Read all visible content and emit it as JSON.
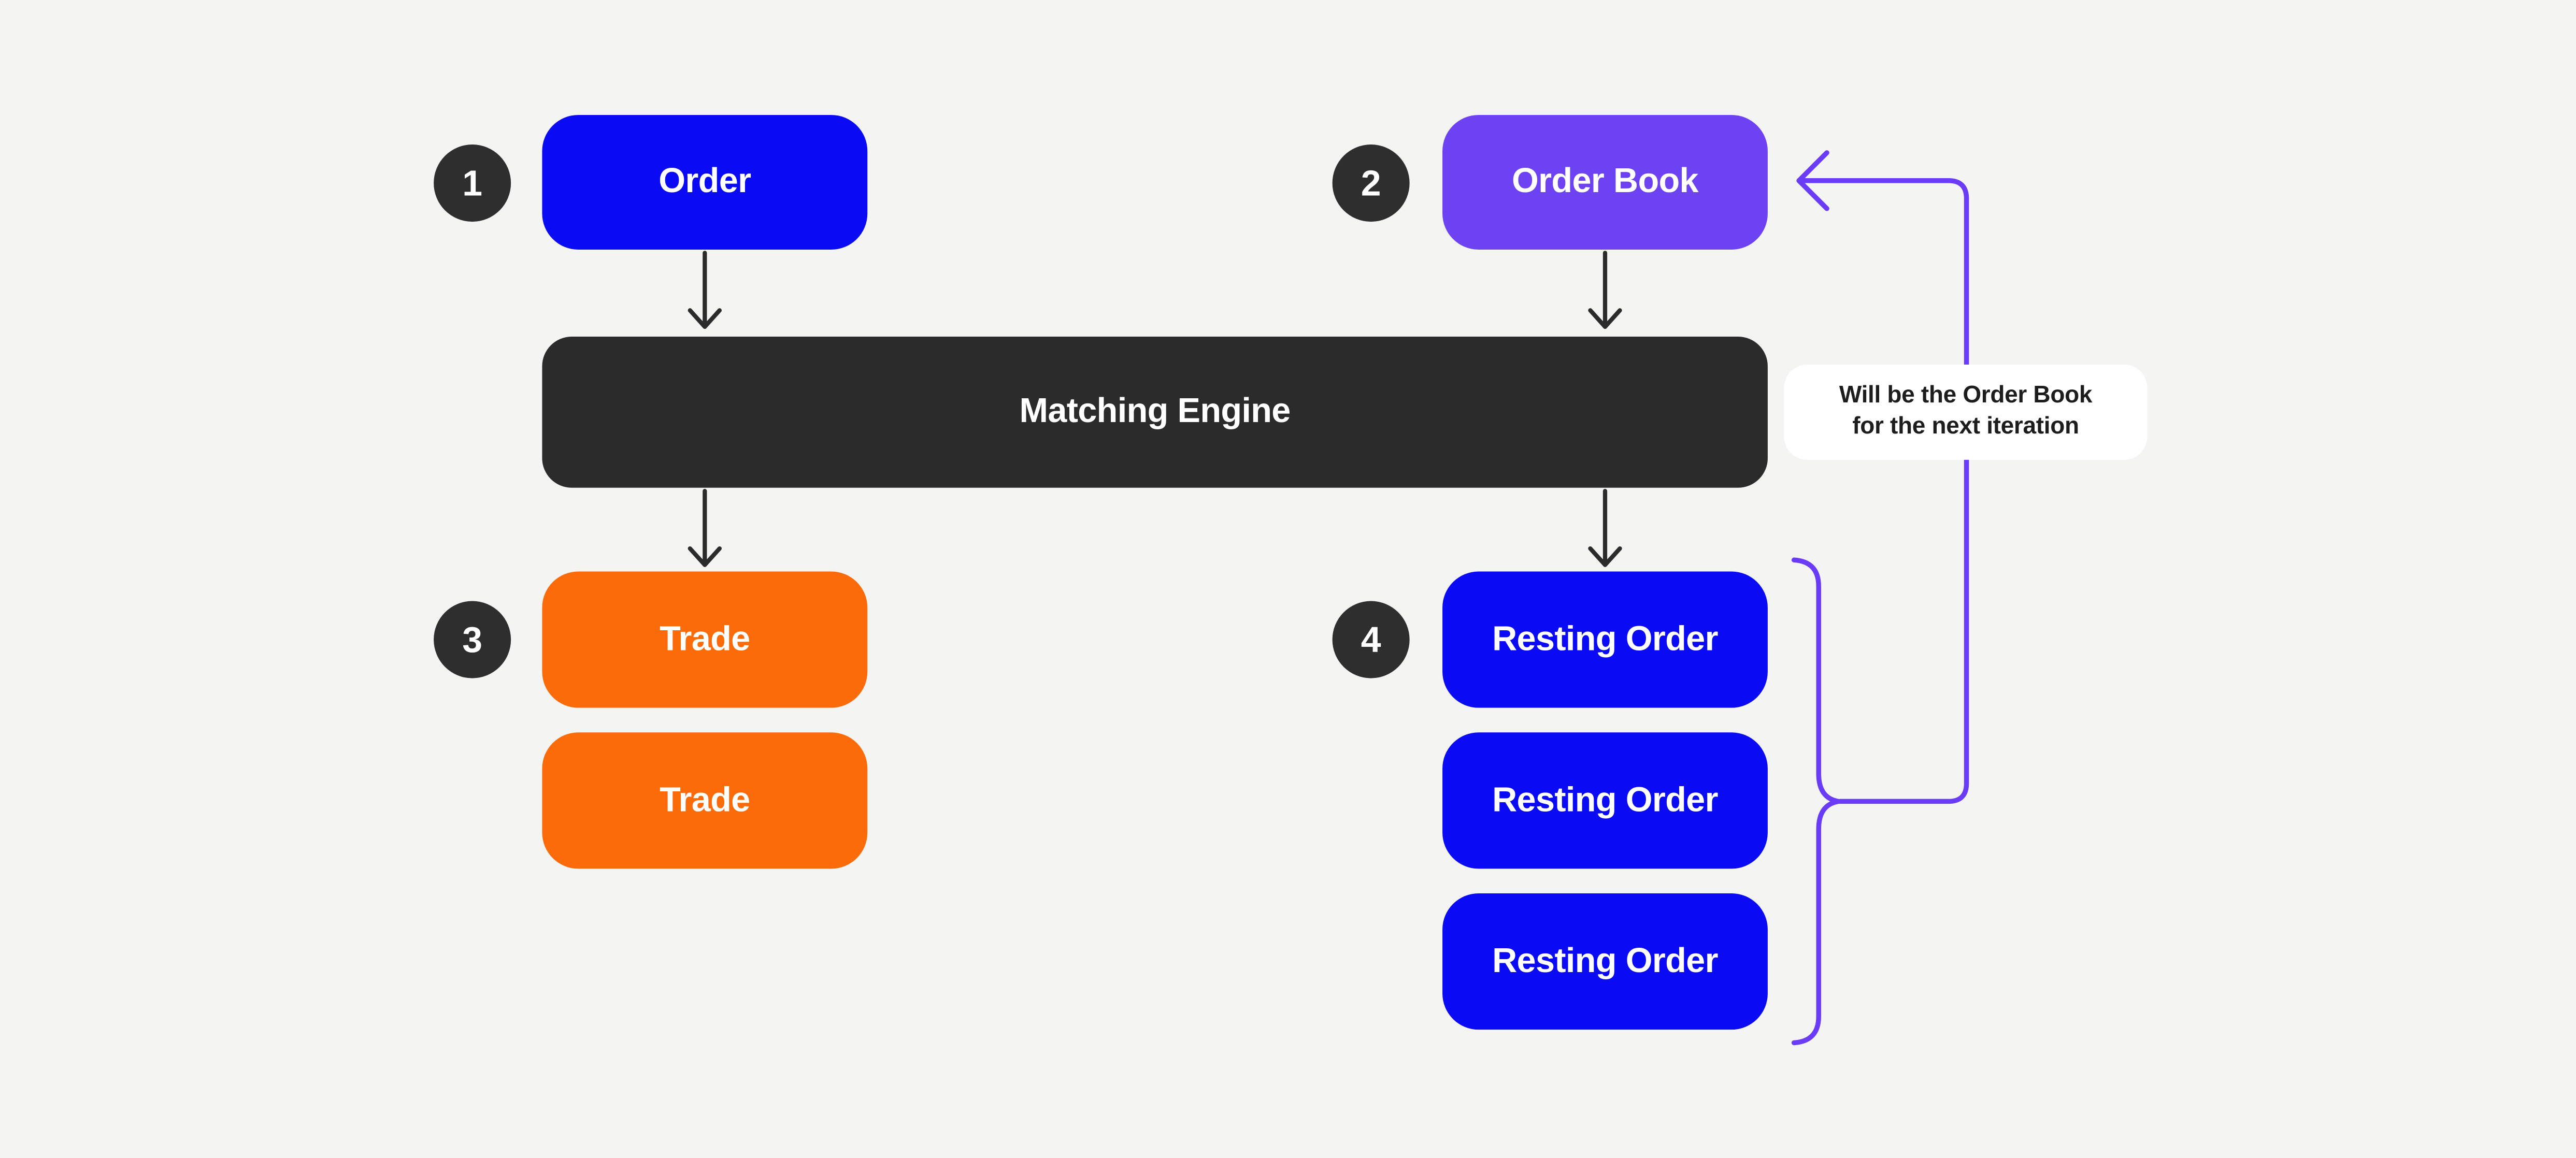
{
  "canvas": {
    "background": "#f4f4f2"
  },
  "colors": {
    "blue_box": "#0a0af5",
    "purple_box": "#6c42f3",
    "orange_box": "#fb6b0a",
    "dark_box": "#2b2b2b",
    "badge_circle": "#2e2e2e",
    "black_arrow": "#2b2b2b",
    "purple_line": "#6a3cf8",
    "note_background": "#ffffff",
    "note_text": "#1d1d1d",
    "box_text": "#ffffff"
  },
  "badges": {
    "step1": "1",
    "step2": "2",
    "step3": "3",
    "step4": "4"
  },
  "nodes": {
    "order": "Order",
    "order_book": "Order Book",
    "matching_engine": "Matching Engine",
    "trade_1": "Trade",
    "trade_2": "Trade",
    "resting_order_1": "Resting Order",
    "resting_order_2": "Resting Order",
    "resting_order_3": "Resting Order"
  },
  "note": {
    "line1": "Will be the Order Book",
    "line2": "for the next iteration"
  }
}
